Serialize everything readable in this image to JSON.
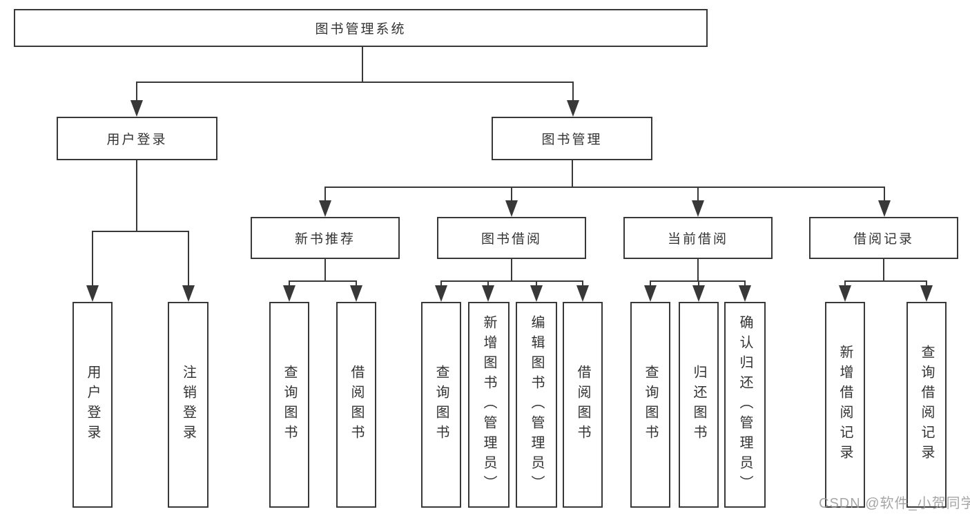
{
  "nodes": {
    "root": "图书管理系统",
    "level2": [
      "用户登录",
      "图书管理"
    ],
    "level3": [
      "新书推荐",
      "图书借阅",
      "当前借阅",
      "借阅记录"
    ],
    "leaves_user_login": [
      "用户登录",
      "注销登录"
    ],
    "leaves_new_book": [
      "查询图书",
      "借阅图书"
    ],
    "leaves_book_borrow": [
      "查询图书",
      "新增图书（管理员）",
      "编辑图书（管理员）",
      "借阅图书"
    ],
    "leaves_current_borrow": [
      "查询图书",
      "归还图书",
      "确认归还（管理员）"
    ],
    "leaves_borrow_record": [
      "新增借阅记录",
      "查询借阅记录"
    ]
  },
  "watermark": "CSDN @软件_小贺同学",
  "colors": {
    "line": "#383838",
    "text": "#333333",
    "background": "#ffffff",
    "watermark": "#969696"
  }
}
